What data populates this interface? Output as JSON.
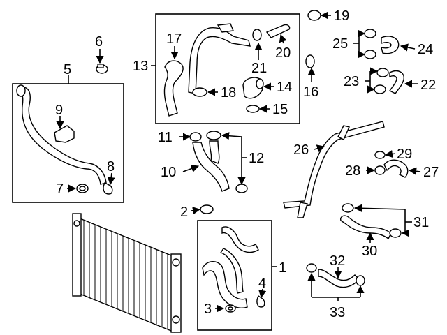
{
  "callouts": [
    "1",
    "2",
    "3",
    "4",
    "5",
    "6",
    "7",
    "8",
    "9",
    "10",
    "11",
    "12",
    "13",
    "14",
    "15",
    "16",
    "17",
    "18",
    "19",
    "20",
    "21",
    "22",
    "23",
    "24",
    "25",
    "26",
    "27",
    "28",
    "29",
    "30",
    "31",
    "32",
    "33"
  ]
}
